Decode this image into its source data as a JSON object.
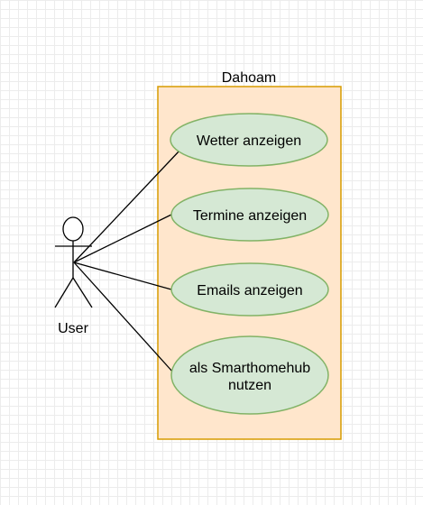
{
  "diagram": {
    "system": {
      "name": "Dahoam"
    },
    "actor": {
      "name": "User"
    },
    "use_cases": [
      {
        "lines": [
          "Wetter anzeigen"
        ]
      },
      {
        "lines": [
          "Termine anzeigen"
        ]
      },
      {
        "lines": [
          "Emails anzeigen"
        ]
      },
      {
        "lines": [
          "als Smarthomehub",
          "nutzen"
        ]
      }
    ],
    "colors": {
      "system_fill": "#ffe6cc",
      "system_border": "#d79b00",
      "usecase_fill": "#d5e8d4",
      "usecase_border": "#82b366",
      "line": "#000000"
    }
  }
}
